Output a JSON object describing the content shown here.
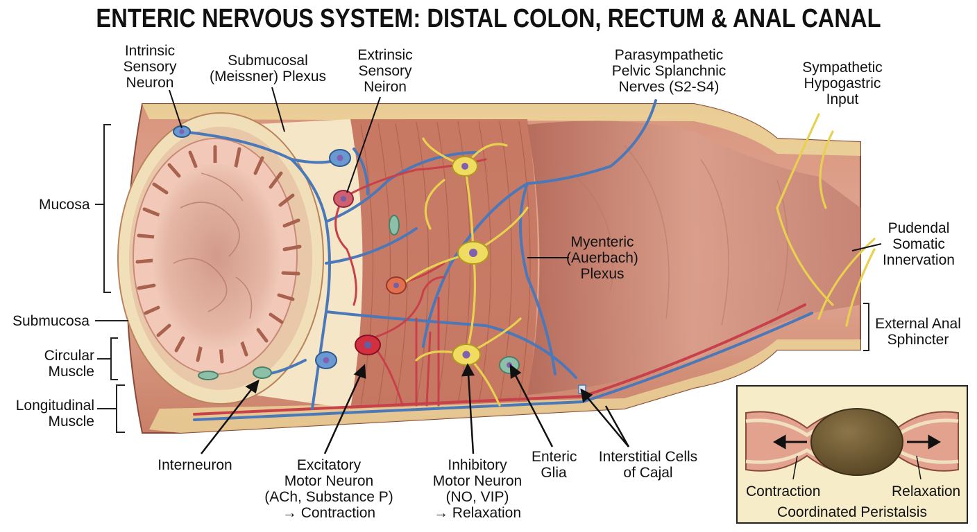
{
  "title": "ENTERIC NERVOUS SYSTEM: DISTAL COLON, RECTUM & ANAL CANAL",
  "labels": {
    "intrinsic_sensory": [
      "Intrinsic",
      "Sensory",
      "Neuron"
    ],
    "submucosal_plexus": [
      "Submucosal",
      "(Meissner) Plexus"
    ],
    "extrinsic_sensory": [
      "Extrinsic",
      "Sensory",
      "Neiron"
    ],
    "parasympathetic": [
      "Parasympathetic",
      "Pelvic Splanchnic",
      "Nerves (S2-S4)"
    ],
    "sympathetic": [
      "Sympathetic",
      "Hypogastric",
      "Input"
    ],
    "mucosa": "Mucosa",
    "submucosa": "Submucosa",
    "circular_muscle": [
      "Circular",
      "Muscle"
    ],
    "longitudinal_muscle": [
      "Longitudinal",
      "Muscle"
    ],
    "myenteric_plexus": [
      "Myenteric",
      "(Auerbach)",
      "Plexus"
    ],
    "pudendal": [
      "Pudendal",
      "Somatic",
      "Innervation"
    ],
    "external_anal_sphincter": [
      "External Anal",
      "Sphincter"
    ],
    "interneuron": "Interneuron",
    "excitatory_motor": [
      "Excitatory",
      "Motor Neuron",
      "(ACh, Substance P)",
      "→ Contraction"
    ],
    "inhibitory_motor": [
      "Inhibitory",
      "Motor Neuron",
      "(NO, VIP)",
      "→ Relaxation"
    ],
    "enteric_glia": [
      "Enteric",
      "Glia"
    ],
    "interstitial_cells": [
      "Interstitial Cells",
      "of Cajal"
    ]
  },
  "inset": {
    "contraction": "Contraction",
    "relaxation": "Relaxation",
    "caption": "Coordinated Peristalsis"
  },
  "colors": {
    "tissue_outer": "#c9806a",
    "tissue_inner": "#e0a08c",
    "submucosa": "#f5e6c8",
    "fat": "#ecd79a",
    "lumen": "#d49a88",
    "nerve_blue": "#4a78b8",
    "nerve_red": "#c8404a",
    "nerve_yellow": "#e8d050",
    "glia_green": "#7fb09a",
    "inset_bg": "#f6ecc8",
    "stool": "#6e5a34"
  }
}
